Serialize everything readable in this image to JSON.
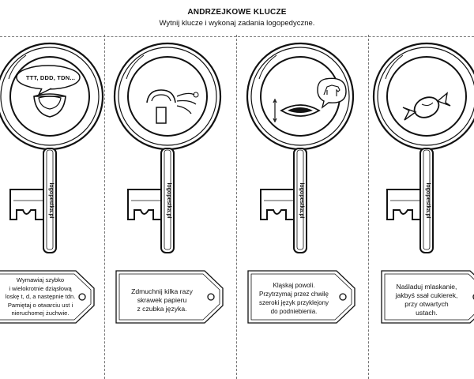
{
  "header": {
    "title": "ANDRZEJKOWE KLUCZE",
    "subtitle": "Wytnij klucze i wykonaj zadania logopedyczne."
  },
  "keys": [
    {
      "bubble": "TTT, DDD, TDN...",
      "brand": "logopestka.pl",
      "icon": "tongue-on-lips-icon",
      "tag_lines": [
        "Wymawiaj szybko",
        "i wielokrotnie dziąsłową",
        "loskę t, d, a następnie tdn.",
        "Pamiętaj o otwarciu ust i",
        "nieruchomej żuchwie."
      ]
    },
    {
      "brand": "logopestka.pl",
      "icon": "blowing-paper-icon",
      "tag_lines": [
        "Zdmuchnij kilka razy",
        "skrawek papieru",
        "z czubka języka."
      ]
    },
    {
      "brand": "logopestka.pl",
      "icon": "tongue-click-horse-icon",
      "tag_lines": [
        "Kląskaj powoli.",
        "Przytrzymaj przez chwilę",
        "szeroki język przyklejony",
        "do podniebienia."
      ]
    },
    {
      "brand": "logopestka.pl",
      "icon": "candy-icon",
      "tag_lines": [
        "Naśladuj mlaskanie,",
        "jakbyś ssał cukierek,",
        "przy otwartych",
        "ustach."
      ]
    }
  ]
}
